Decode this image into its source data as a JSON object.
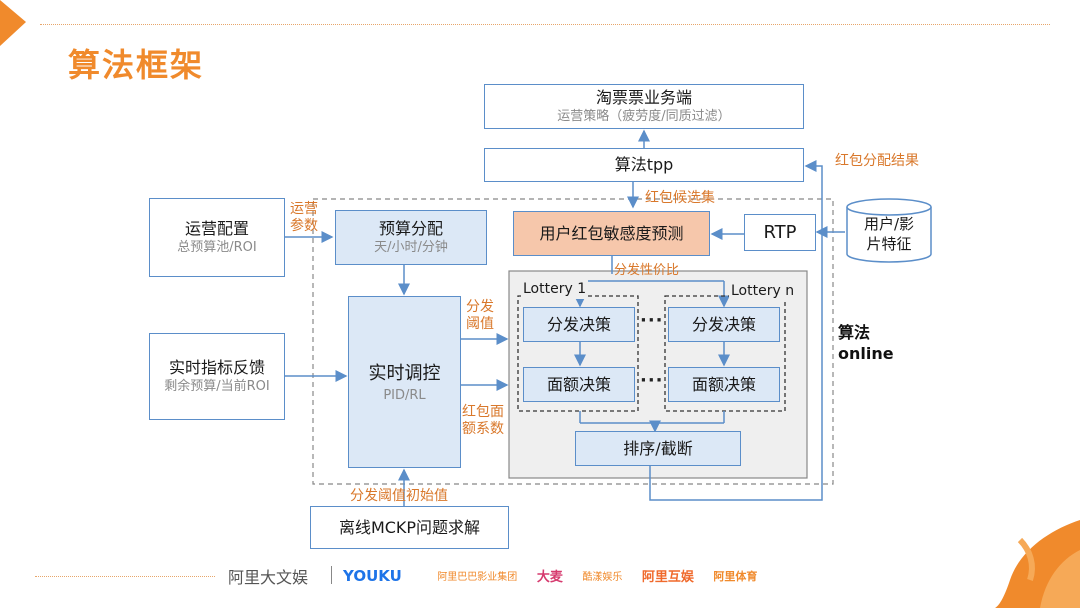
{
  "title": "算法框架",
  "nodes": {
    "taopiao": {
      "label": "淘票票业务端",
      "sub": "运营策略（疲劳度/同质过滤）"
    },
    "tpp": {
      "label": "算法tpp"
    },
    "ops_config": {
      "label": "运营配置",
      "sub": "总预算池/ROI"
    },
    "budget": {
      "label": "预算分配",
      "sub": "天/小时/分钟"
    },
    "predict": {
      "label": "用户红包敏感度预测"
    },
    "rtp": {
      "label": "RTP"
    },
    "user_feature": {
      "label": "用户/影片特征"
    },
    "realtime_feedback": {
      "label": "实时指标反馈",
      "sub": "剩余预算/当前ROI"
    },
    "realtime_control": {
      "label": "实时调控",
      "sub": "PID/RL"
    },
    "lottery1": {
      "label": "Lottery 1",
      "dispatch": "分发决策",
      "amount": "面额决策"
    },
    "lotteryn": {
      "label": "Lottery n",
      "dispatch": "分发决策",
      "amount": "面额决策"
    },
    "sort": {
      "label": "排序/截断"
    },
    "offline": {
      "label": "离线MCKP问题求解"
    }
  },
  "edge_labels": {
    "red_result": "红包分配结果",
    "candidate": "红包候选集",
    "ops_param": "运营参数",
    "cost_perf": "分发性价比",
    "threshold": "分发阈值",
    "coef": "红包面额系数",
    "init_threshold": "分发阈值初始值"
  },
  "region_label": "算法online",
  "footer": {
    "brand": "阿里大文娱",
    "logos": [
      "YOUKU",
      "阿里巴巴影业集团",
      "大麦",
      "酷漾娱乐",
      "阿里互娱",
      "阿里体育"
    ]
  },
  "colors": {
    "accent": "#f08a2c",
    "box_border": "#5b8ec9",
    "box_fill": "#dce8f6",
    "predict_fill": "#f6c7ab",
    "arrow": "#5b8ec9"
  }
}
